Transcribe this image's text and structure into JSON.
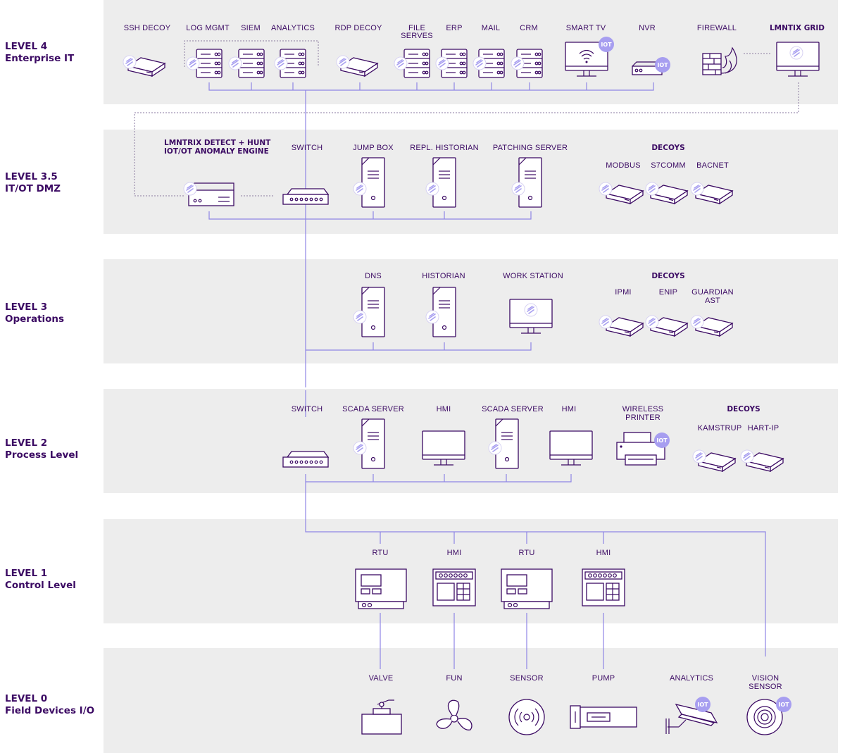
{
  "levels": [
    {
      "title": "LEVEL 4",
      "subtitle": "Enterprise IT"
    },
    {
      "title": "LEVEL 3.5",
      "subtitle": "IT/OT DMZ"
    },
    {
      "title": "LEVEL 3",
      "subtitle": "Operations"
    },
    {
      "title": "LEVEL 2",
      "subtitle": "Process Level"
    },
    {
      "title": "LEVEL 1",
      "subtitle": "Control Level"
    },
    {
      "title": "LEVEL 0",
      "subtitle": "Field Devices I/O"
    }
  ],
  "badge_text": "IOT",
  "level4": {
    "ssh_decoy": "SSH DECOY",
    "log_mgmt": "LOG MGMT",
    "siem": "SIEM",
    "analytics": "ANALYTICS",
    "rdp_decoy": "RDP DECOY",
    "file_serves_1": "FILE",
    "file_serves_2": "SERVES",
    "erp": "ERP",
    "mail": "MAIL",
    "crm": "CRM",
    "smart_tv": "SMART TV",
    "nvr": "NVR",
    "firewall": "FIREWALL",
    "grid": "LMNTIX GRID"
  },
  "level35": {
    "engine_1": "LMNTRIX DETECT + HUNT",
    "engine_2": "IOT/OT ANOMALY ENGINE",
    "switch": "SWITCH",
    "jump_box": "JUMP BOX",
    "repl_historian": "REPL. HISTORIAN",
    "patching_server": "PATCHING SERVER",
    "decoys": "DECOYS",
    "modbus": "MODBUS",
    "s7comm": "S7COMM",
    "bacnet": "BACNET"
  },
  "level3": {
    "dns": "DNS",
    "historian": "HISTORIAN",
    "work_station": "WORK STATION",
    "decoys": "DECOYS",
    "ipmi": "IPMI",
    "enip": "ENIP",
    "guardian_1": "GUARDIAN",
    "guardian_2": "AST"
  },
  "level2": {
    "switch": "SWITCH",
    "scada_1": "SCADA SERVER",
    "hmi_1": "HMI",
    "scada_2": "SCADA SERVER",
    "hmi_2": "HMI",
    "printer_1": "WIRELESS",
    "printer_2": "PRINTER",
    "decoys": "DECOYS",
    "kamstrup": "KAMSTRUP",
    "hart_ip": "HART-IP"
  },
  "level1": {
    "rtu_1": "RTU",
    "hmi_1": "HMI",
    "rtu_2": "RTU",
    "hmi_2": "HMI"
  },
  "level0": {
    "valve": "VALVE",
    "fun": "FUN",
    "sensor": "SENSOR",
    "pump": "PUMP",
    "analytics": "ANALYTICS",
    "vision_1": "VISION",
    "vision_2": "SENSOR"
  }
}
